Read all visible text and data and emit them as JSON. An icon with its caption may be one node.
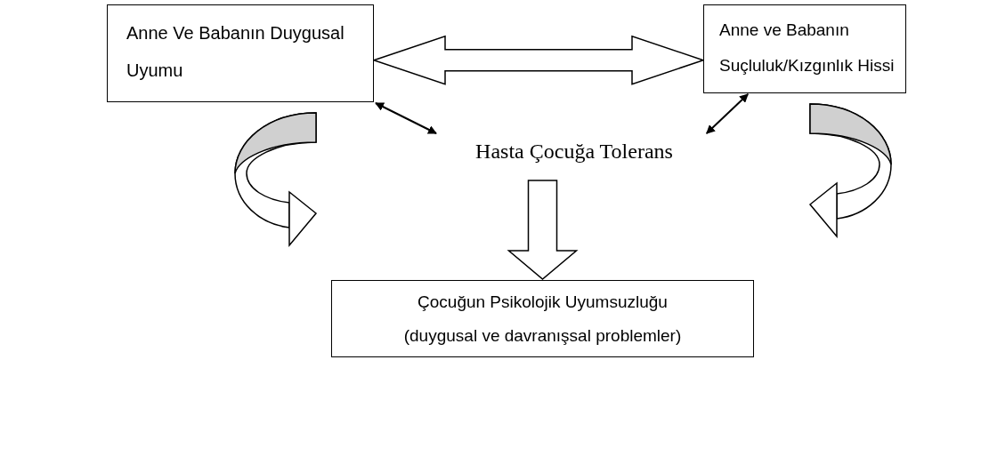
{
  "diagram": {
    "nodes": [
      {
        "text": [
          "Anne Ve Babanın Duygusal Uyumu"
        ]
      },
      {
        "text": [
          "Anne ve Babanın Suçluluk/Kızgınlık Hissi"
        ]
      },
      {
        "text": [
          "Hasta Çocuğa Tolerans"
        ]
      },
      {
        "text": [
          "Çocuğun Psikolojik Uyumsuzluğu",
          "(duygusal ve davranışsal problemler)"
        ]
      }
    ],
    "edges": [
      {
        "from": 0,
        "to": 1,
        "arrow": "both",
        "style": "thick"
      },
      {
        "from": 0,
        "to": 2,
        "arrow": "both"
      },
      {
        "from": 1,
        "to": 2,
        "arrow": "both"
      },
      {
        "from": 2,
        "to": 3,
        "arrow": "to",
        "style": "thick"
      },
      {
        "from": 0,
        "to": null,
        "arrow": "to",
        "style": "thick"
      },
      {
        "from": 1,
        "to": null,
        "arrow": "to",
        "style": "thick"
      }
    ]
  }
}
